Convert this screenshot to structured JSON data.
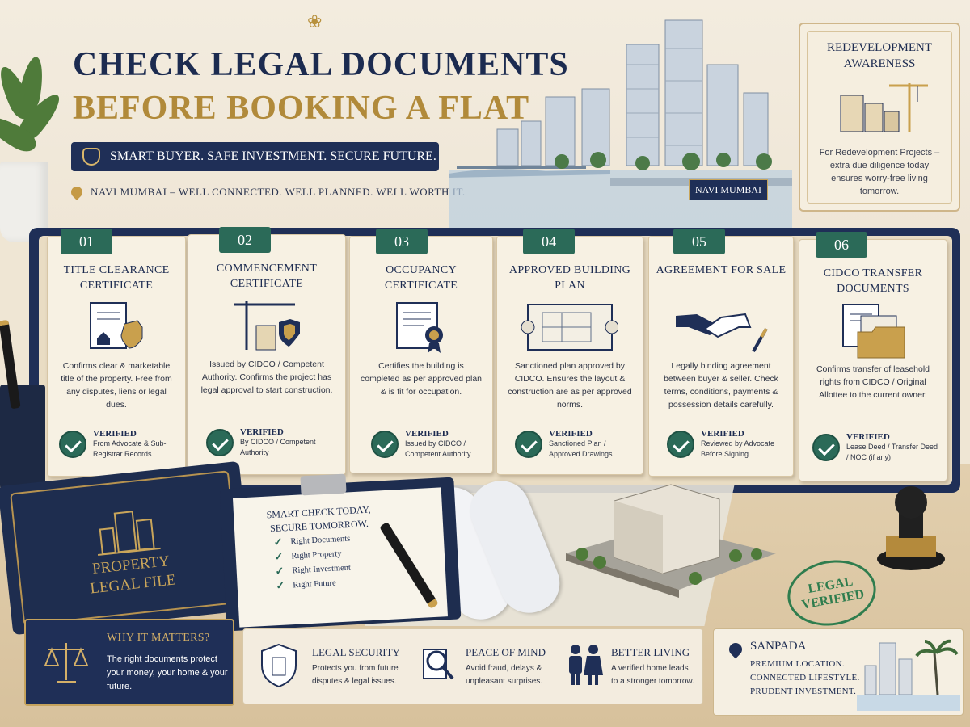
{
  "header": {
    "title_line1": "CHECK LEGAL DOCUMENTS",
    "title_line2": "BEFORE BOOKING A FLAT",
    "tagline": "SMART BUYER. SAFE INVESTMENT. SECURE FUTURE.",
    "location_line": "NAVI MUMBAI – WELL CONNECTED. WELL PLANNED. WELL WORTH IT."
  },
  "city_sign": "NAVI MUMBAI",
  "redevelopment": {
    "title": "REDEVELOPMENT AWARENESS",
    "text": "For Redevelopment Projects – extra due diligence today ensures worry-free living tomorrow."
  },
  "documents": [
    {
      "num": "01",
      "title": "TITLE CLEARANCE CERTIFICATE",
      "desc": "Confirms clear & marketable title of the property. Free from any disputes, liens or legal dues.",
      "verified": "VERIFIED",
      "verified_by": "From Advocate & Sub-Registrar Records"
    },
    {
      "num": "02",
      "title": "COMMENCEMENT CERTIFICATE",
      "desc": "Issued by CIDCO / Competent Authority. Confirms the project has legal approval to start construction.",
      "verified": "VERIFIED",
      "verified_by": "By CIDCO / Competent Authority"
    },
    {
      "num": "03",
      "title": "OCCUPANCY CERTIFICATE",
      "desc": "Certifies the building is completed as per approved plan & is fit for occupation.",
      "verified": "VERIFIED",
      "verified_by": "Issued by CIDCO / Competent Authority"
    },
    {
      "num": "04",
      "title": "APPROVED BUILDING PLAN",
      "desc": "Sanctioned plan approved by CIDCO. Ensures the layout & construction are as per approved norms.",
      "verified": "VERIFIED",
      "verified_by": "Sanctioned Plan / Approved Drawings"
    },
    {
      "num": "05",
      "title": "AGREEMENT FOR SALE",
      "desc": "Legally binding agreement between buyer & seller. Check terms, conditions, payments & possession details carefully.",
      "verified": "VERIFIED",
      "verified_by": "Reviewed by Advocate Before Signing"
    },
    {
      "num": "06",
      "title": "CIDCO TRANSFER DOCUMENTS",
      "desc": "Confirms transfer of leasehold rights from CIDCO / Original Allottee to the current owner.",
      "verified": "VERIFIED",
      "verified_by": "Lease Deed / Transfer Deed / NOC (if any)"
    }
  ],
  "legal_file": {
    "line1": "PROPERTY",
    "line2": "LEGAL FILE"
  },
  "clipboard": {
    "title_line1": "SMART CHECK TODAY,",
    "title_line2": "SECURE TOMORROW.",
    "items": [
      "Right Documents",
      "Right Property",
      "Right Investment",
      "Right Future"
    ]
  },
  "stamp": {
    "line1": "LEGAL",
    "line2": "VERIFIED"
  },
  "why": {
    "title": "WHY IT MATTERS?",
    "text": "The right documents protect your money, your home & your future."
  },
  "benefits": [
    {
      "title": "LEGAL SECURITY",
      "text": "Protects you from future disputes & legal issues."
    },
    {
      "title": "PEACE OF MIND",
      "text": "Avoid fraud, delays & unpleasant surprises."
    },
    {
      "title": "BETTER LIVING",
      "text": "A verified home leads to a stronger tomorrow."
    }
  ],
  "sanpada": {
    "title": "SANPADA",
    "lines": [
      "PREMIUM LOCATION.",
      "CONNECTED LIFESTYLE.",
      "PRUDENT INVESTMENT."
    ]
  },
  "colors": {
    "navy": "#1f2f57",
    "gold": "#b18a3a",
    "green": "#2b6a58",
    "paper": "#f7f1e3"
  }
}
